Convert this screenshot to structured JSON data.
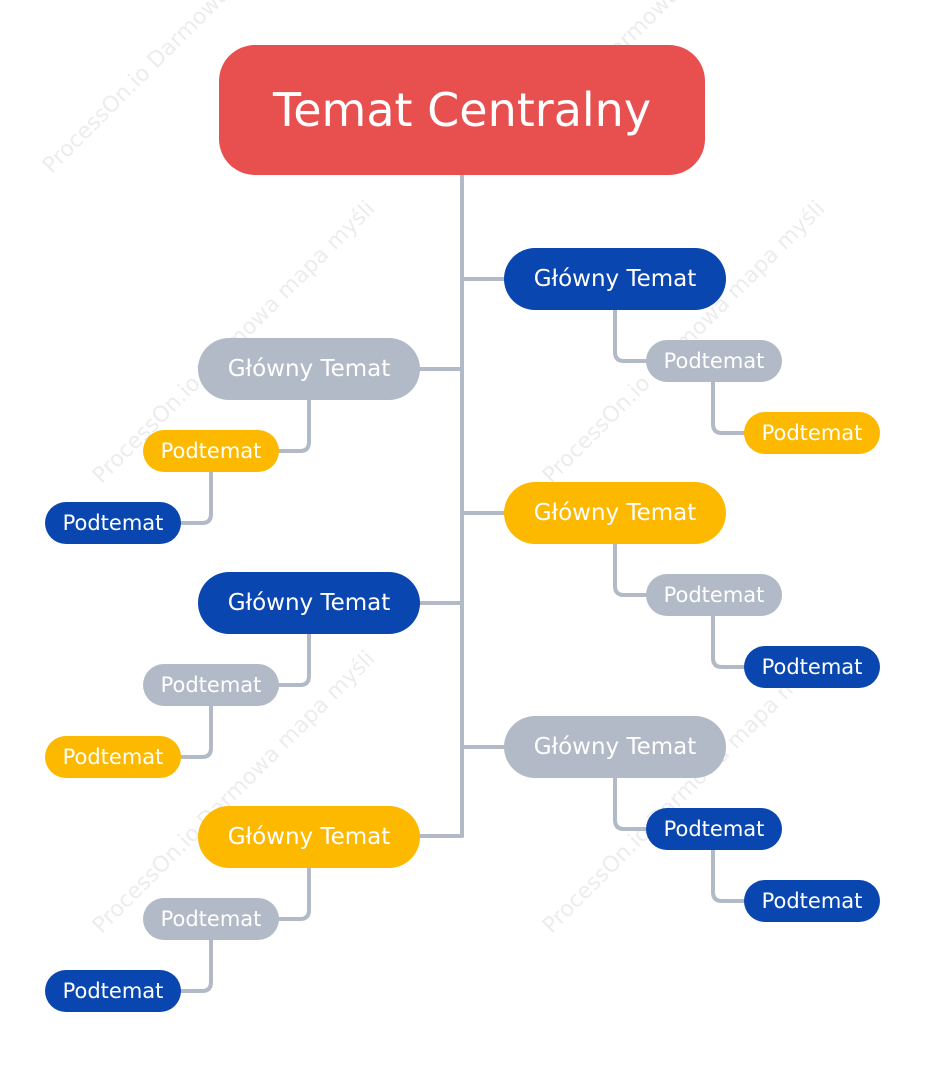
{
  "colors": {
    "central": "#e85050",
    "blue": "#0a46b0",
    "yellow": "#fdb900",
    "gray": "#b1bac6",
    "connector": "#b1bac6"
  },
  "central": {
    "label": "Temat Centralny"
  },
  "right_branches": [
    {
      "label": "Główny Temat",
      "color": "blue",
      "sub1": {
        "label": "Podtemat",
        "color": "gray"
      },
      "sub2": {
        "label": "Podtemat",
        "color": "yellow"
      }
    },
    {
      "label": "Główny Temat",
      "color": "yellow",
      "sub1": {
        "label": "Podtemat",
        "color": "gray"
      },
      "sub2": {
        "label": "Podtemat",
        "color": "blue"
      }
    },
    {
      "label": "Główny Temat",
      "color": "gray",
      "sub1": {
        "label": "Podtemat",
        "color": "blue"
      },
      "sub2": {
        "label": "Podtemat",
        "color": "blue"
      }
    }
  ],
  "left_branches": [
    {
      "label": "Główny Temat",
      "color": "gray",
      "sub1": {
        "label": "Podtemat",
        "color": "yellow"
      },
      "sub2": {
        "label": "Podtemat",
        "color": "blue"
      }
    },
    {
      "label": "Główny Temat",
      "color": "blue",
      "sub1": {
        "label": "Podtemat",
        "color": "gray"
      },
      "sub2": {
        "label": "Podtemat",
        "color": "yellow"
      }
    },
    {
      "label": "Główny Temat",
      "color": "yellow",
      "sub1": {
        "label": "Podtemat",
        "color": "gray"
      },
      "sub2": {
        "label": "Podtemat",
        "color": "blue"
      }
    }
  ],
  "watermark": {
    "text": "ProcessOn.io Darmowa mapa myśli"
  }
}
